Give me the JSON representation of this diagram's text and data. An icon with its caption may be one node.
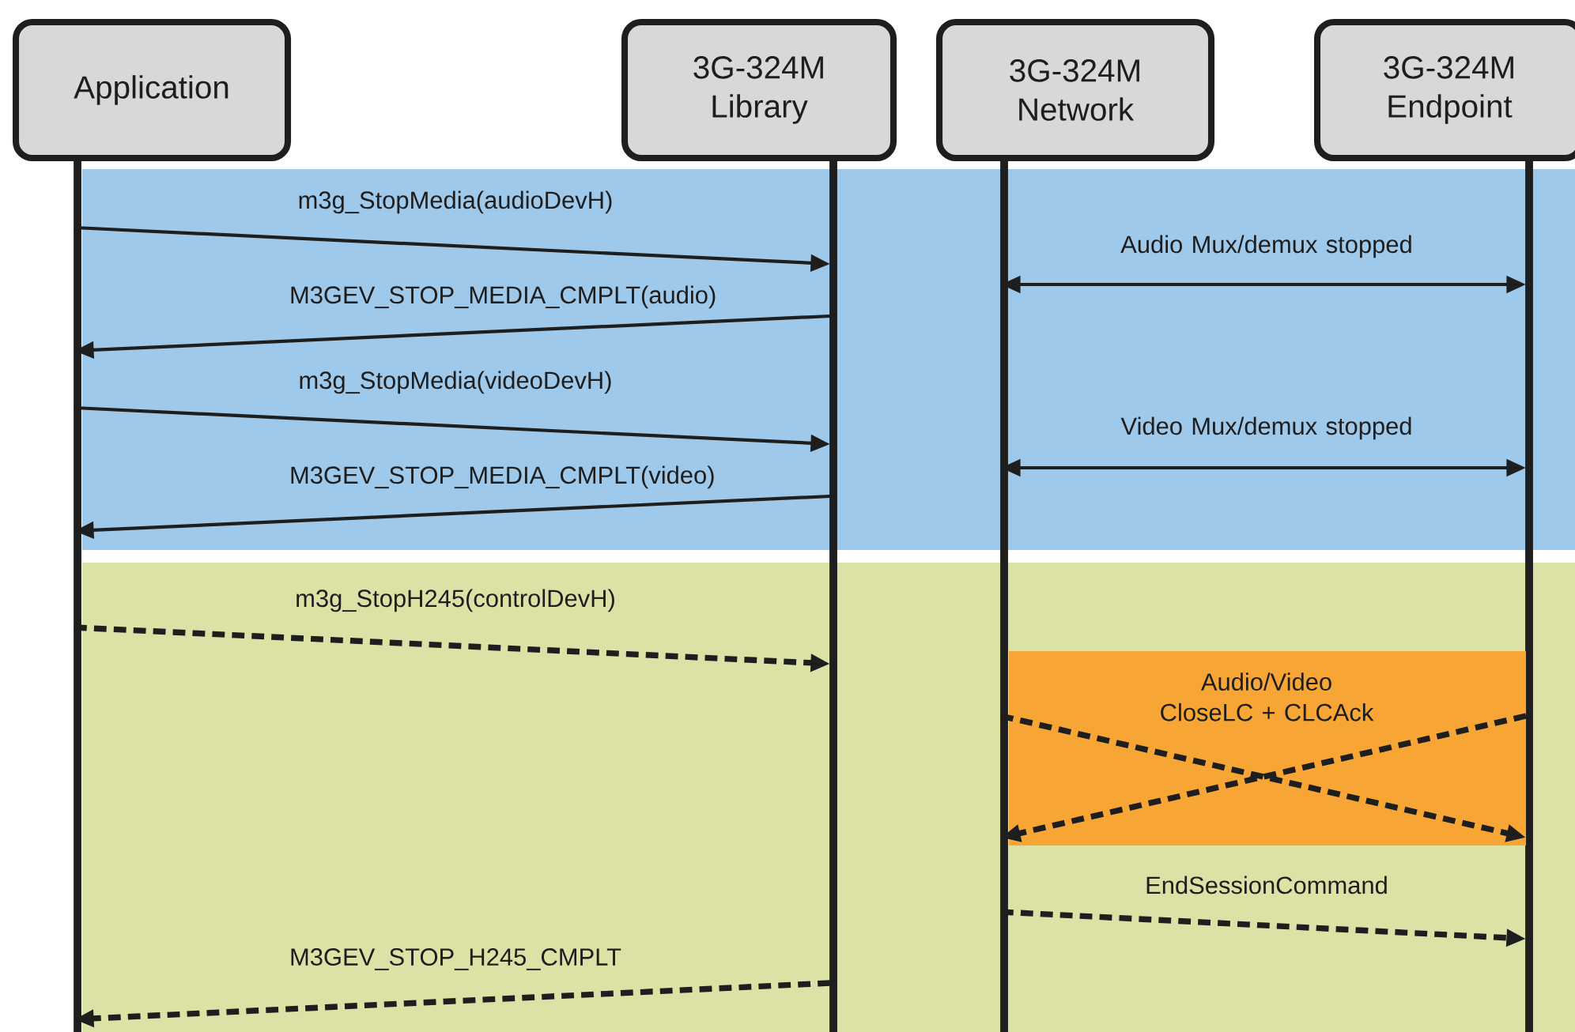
{
  "diagram": {
    "nodes": [
      {
        "text": [
          "Application"
        ]
      },
      {
        "text": [
          "3G-324M Library"
        ]
      },
      {
        "text": [
          "3G-324M Network"
        ]
      },
      {
        "text": [
          "3G-324M Endpoint"
        ]
      }
    ],
    "edges": [
      {
        "from": 0,
        "to": 1,
        "arrow": "to",
        "label": "m3g_StopMedia(audioDevH)"
      },
      {
        "from": 2,
        "to": 3,
        "arrow": "both",
        "label": "Audio Mux/demux stopped"
      },
      {
        "from": 1,
        "to": 0,
        "arrow": "to",
        "label": "M3GEV_STOP_MEDIA_CMPLT(audio)"
      },
      {
        "from": 0,
        "to": 1,
        "arrow": "to",
        "label": "m3g_StopMedia(videoDevH)"
      },
      {
        "from": 2,
        "to": 3,
        "arrow": "both",
        "label": "Video Mux/demux stopped"
      },
      {
        "from": 1,
        "to": 0,
        "arrow": "to",
        "label": "M3GEV_STOP_MEDIA_CMPLT(video)"
      },
      {
        "from": 0,
        "to": 1,
        "arrow": "to",
        "label": "m3g_StopH245(controlDevH)",
        "style": "dashed"
      },
      {
        "from": 2,
        "to": 3,
        "arrow": "to",
        "label": "Audio/Video CloseLC + CLCAck",
        "style": "dashed"
      },
      {
        "from": 3,
        "to": 2,
        "arrow": "to",
        "style": "dashed"
      },
      {
        "from": 2,
        "to": 3,
        "arrow": "to",
        "label": "EndSessionCommand",
        "style": "dashed"
      },
      {
        "from": 1,
        "to": 0,
        "arrow": "to",
        "label": "M3GEV_STOP_H245_CMPLT",
        "style": "dashed"
      }
    ]
  }
}
